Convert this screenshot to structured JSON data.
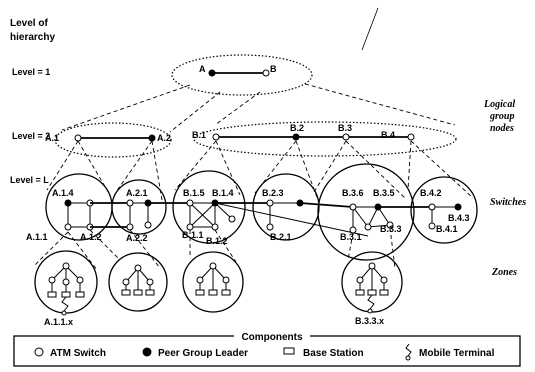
{
  "hierarchy": {
    "title": "Level of hierarchy",
    "level1": "Level = 1",
    "level2": "Level  = 2",
    "levelL": "Level = L"
  },
  "side_labels": {
    "logical": "Logical group nodes",
    "switches": "Switches",
    "zones": "Zones"
  },
  "level1_nodes": [
    "A",
    "B"
  ],
  "level2_nodes": [
    "A.1",
    "A.2",
    "B.1",
    "B.2",
    "B.3",
    "B.4"
  ],
  "switch_labels": [
    "A.1.4",
    "A.2.1",
    "B.1.5",
    "B.1.4",
    "B.2.3",
    "B.3.6",
    "B.3.5",
    "B.4.2",
    "B.4.3",
    "A.1.1",
    "A.1.2",
    "A.2.2",
    "B.1.1",
    "B.1.2",
    "B.2.1",
    "B.3.1",
    "B.3.3",
    "B.4.1"
  ],
  "zone_labels": [
    "A.1.1.x",
    "B.3.3.x"
  ],
  "legend": {
    "title": "Components",
    "items": [
      {
        "icon": "atm-switch-icon",
        "label": "ATM Switch"
      },
      {
        "icon": "peer-group-leader-icon",
        "label": "Peer Group Leader"
      },
      {
        "icon": "base-station-icon",
        "label": "Base Station"
      },
      {
        "icon": "mobile-terminal-icon",
        "label": "Mobile Terminal"
      }
    ]
  }
}
